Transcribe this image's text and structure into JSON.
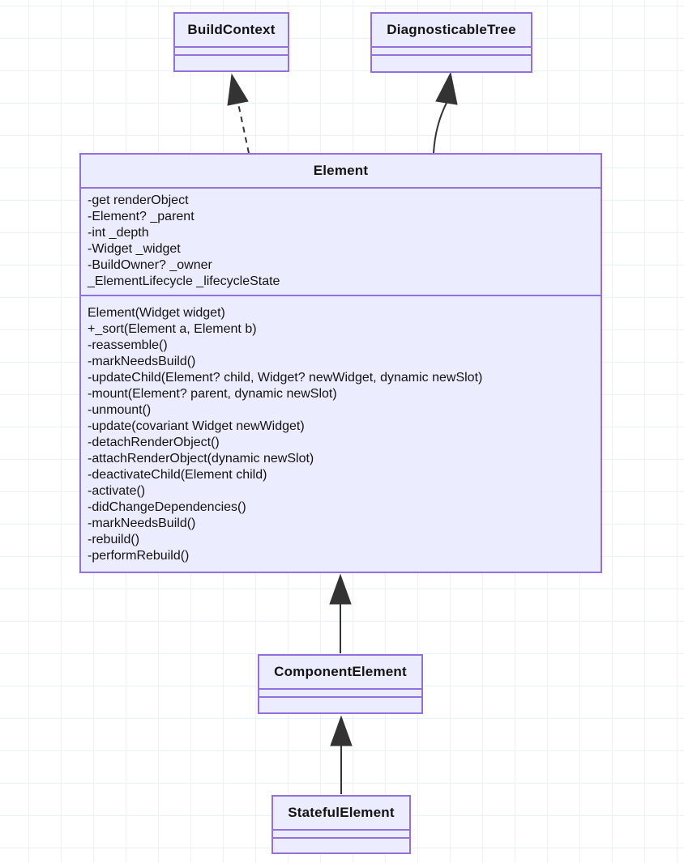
{
  "diagram": {
    "type": "uml-class-diagram",
    "classes": {
      "buildContext": {
        "name": "BuildContext",
        "attributes": [],
        "methods": []
      },
      "diagnosticableTree": {
        "name": "DiagnosticableTree",
        "attributes": [],
        "methods": []
      },
      "element": {
        "name": "Element",
        "attributes": [
          "-get renderObject",
          "-Element? _parent",
          "-int _depth",
          "-Widget _widget",
          "-BuildOwner? _owner",
          "_ElementLifecycle _lifecycleState"
        ],
        "methods": [
          "Element(Widget widget)",
          "+_sort(Element a, Element b)",
          "-reassemble()",
          "-markNeedsBuild()",
          "-updateChild(Element? child, Widget? newWidget, dynamic newSlot)",
          "-mount(Element? parent, dynamic newSlot)",
          "-unmount()",
          "-update(covariant Widget newWidget)",
          "-detachRenderObject()",
          "-attachRenderObject(dynamic newSlot)",
          "-deactivateChild(Element child)",
          "-activate()",
          "-didChangeDependencies()",
          "-markNeedsBuild()",
          "-rebuild()",
          "-performRebuild()"
        ]
      },
      "componentElement": {
        "name": "ComponentElement",
        "attributes": [],
        "methods": []
      },
      "statefulElement": {
        "name": "StatefulElement",
        "attributes": [],
        "methods": []
      }
    },
    "relations": [
      {
        "from": "Element",
        "to": "BuildContext",
        "kind": "realization",
        "style": "dashed-arrow"
      },
      {
        "from": "Element",
        "to": "DiagnosticableTree",
        "kind": "inheritance",
        "style": "solid-arrow"
      },
      {
        "from": "ComponentElement",
        "to": "Element",
        "kind": "inheritance",
        "style": "solid-arrow"
      },
      {
        "from": "StatefulElement",
        "to": "ComponentElement",
        "kind": "inheritance",
        "style": "solid-arrow"
      }
    ],
    "colors": {
      "background": "#ffffff",
      "grid": "#e6f4fa",
      "boxFill": "#ECECFF",
      "boxStroke": "#9370DB",
      "edge": "#333333",
      "text": "#131313"
    }
  }
}
